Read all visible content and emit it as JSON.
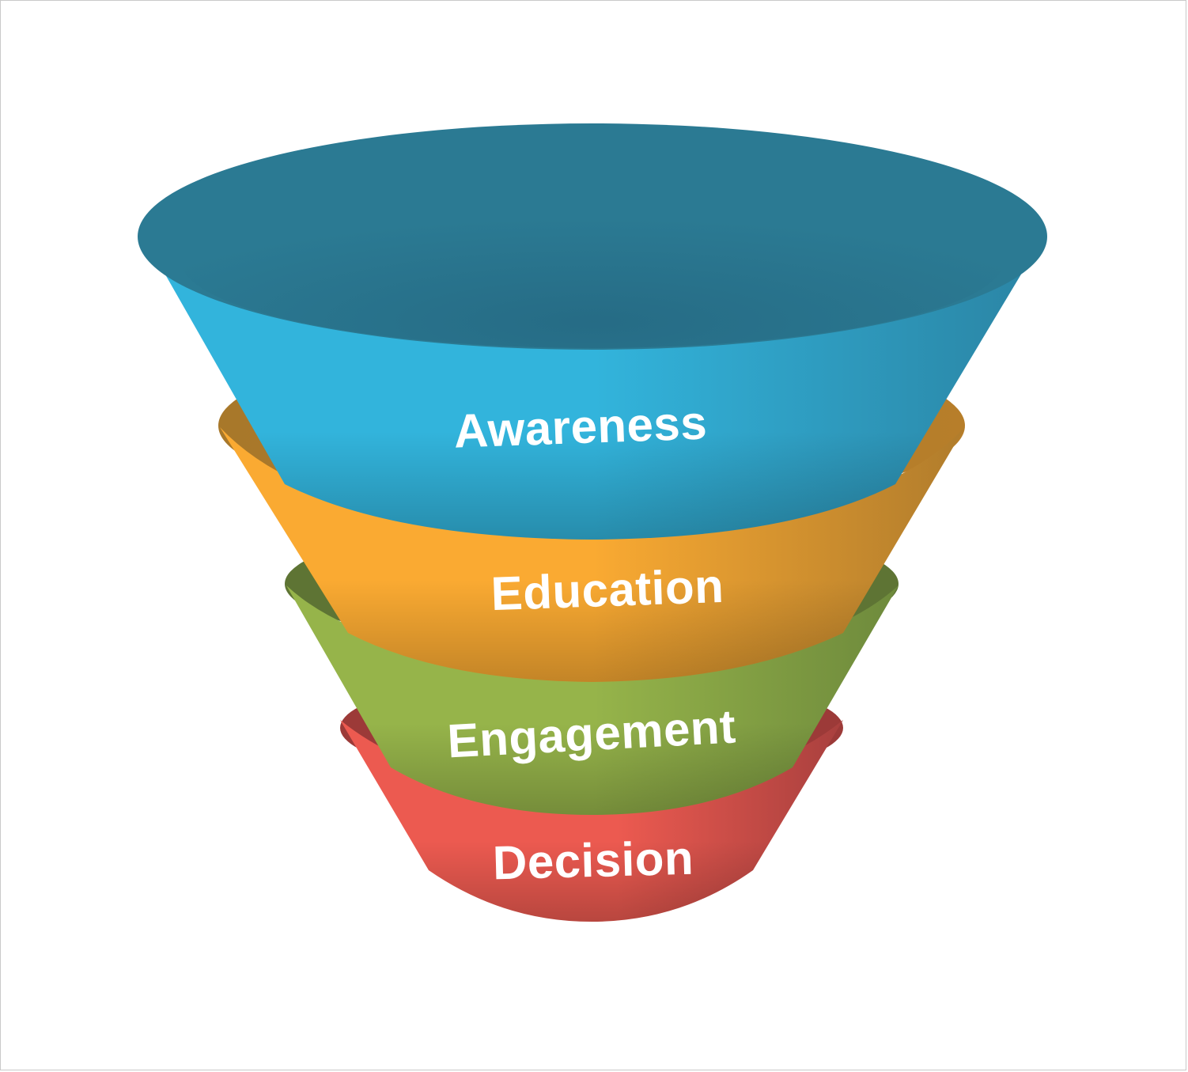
{
  "diagram": {
    "type": "funnel",
    "stages": [
      {
        "label": "Awareness",
        "color": "#32B4DC",
        "dark": "#2A7890"
      },
      {
        "label": "Education",
        "color": "#FAAA32",
        "dark": "#A0742A"
      },
      {
        "label": "Engagement",
        "color": "#96B44A",
        "dark": "#5E7434"
      },
      {
        "label": "Decision",
        "color": "#EC5A50",
        "dark": "#9C3A38"
      }
    ]
  }
}
